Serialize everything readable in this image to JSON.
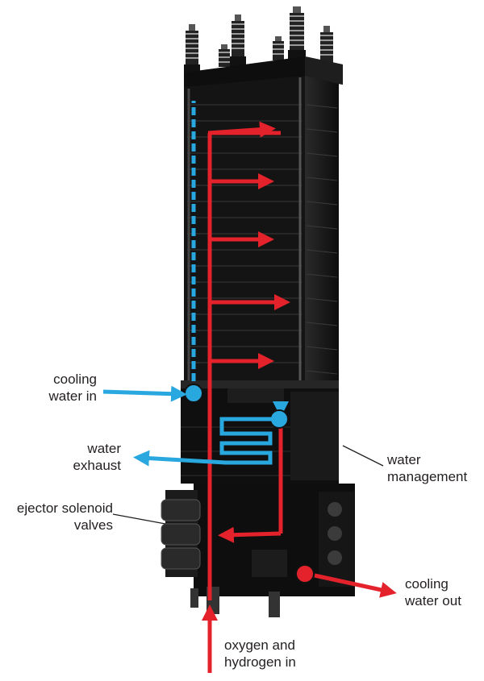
{
  "labels": {
    "cooling_in": [
      "cooling",
      "water in"
    ],
    "water_exhaust": [
      "water",
      "exhaust"
    ],
    "ejector": [
      "ejector solenoid",
      "valves"
    ],
    "water_management": [
      "water",
      "management"
    ],
    "cooling_out": [
      "cooling",
      "water out"
    ],
    "gas_in": [
      "oxygen and",
      "hydrogen in"
    ]
  },
  "colors": {
    "stack": "#141414",
    "plate_line": "#3a3a3a",
    "cold_water": "#29a8e0",
    "hot_gas": "#e4222b",
    "warm_water": "#f08a24",
    "leader": "#231f20"
  },
  "icons": [
    "spark-plug-terminal-icon",
    "solenoid-valve-icon",
    "serpentine-channel-icon"
  ]
}
